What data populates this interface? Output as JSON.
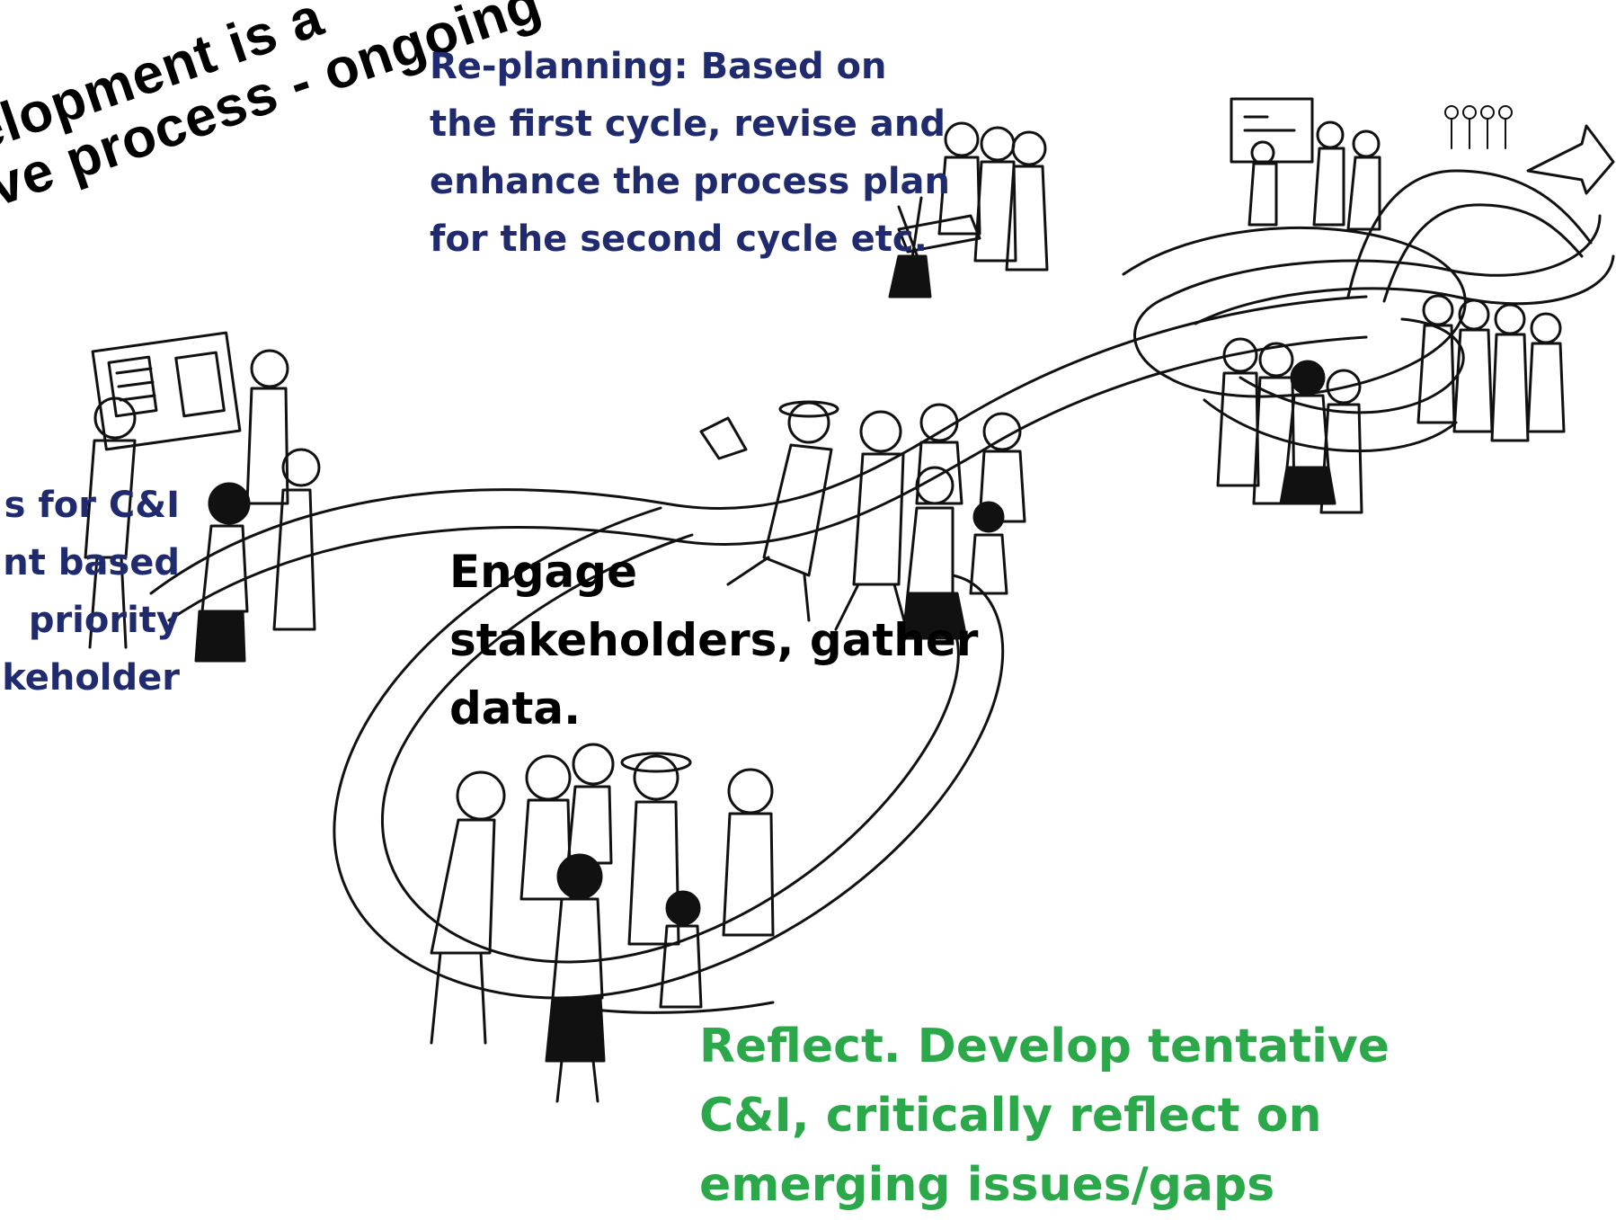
{
  "title_lines": [
    "elopment is a",
    "ve process - ongoing"
  ],
  "labels": {
    "replanning": [
      "Re-planning: Based on",
      "the first cycle, revise and",
      "enhance the process plan",
      "for the second cycle etc."
    ],
    "left_partial": [
      "s for C&I",
      "nt based",
      "priority",
      "keholder"
    ],
    "engage": [
      "Engage",
      "stakeholders, gather",
      "data."
    ],
    "reflect": [
      "Reflect.  Develop tentative",
      "C&I, critically reflect  on",
      "emerging issues/gaps"
    ]
  },
  "colors": {
    "navy_text": "#1f2b6e",
    "black_text": "#000000",
    "green_text": "#2ba84a",
    "ribbon_stroke": "#111111",
    "figure_fill": "#ffffff"
  },
  "icons": [
    "people-group-illustration",
    "chart-board-illustration",
    "curved-arrow-icon"
  ]
}
